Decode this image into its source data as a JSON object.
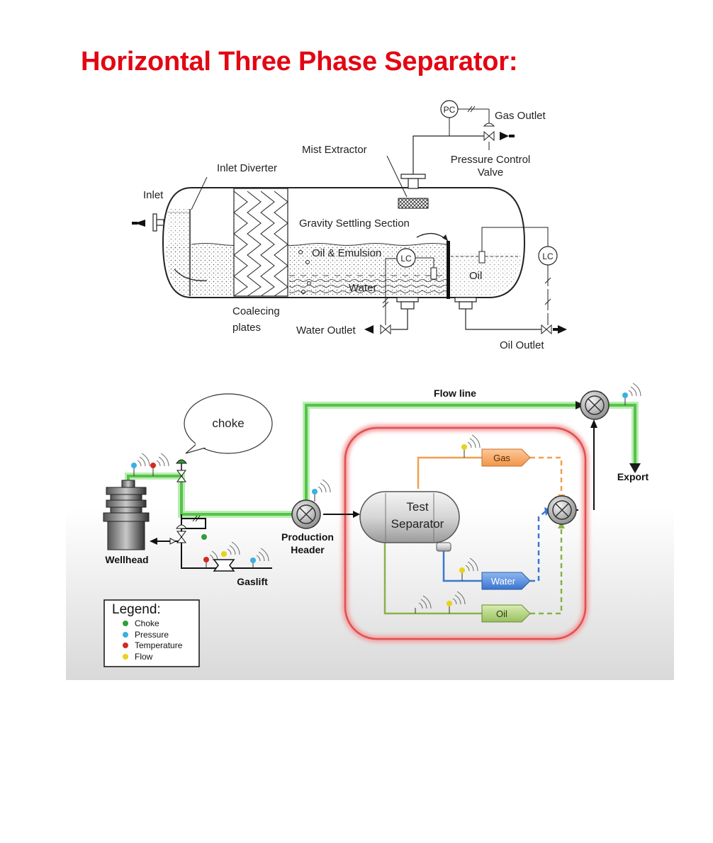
{
  "title": "Horizontal Three Phase Separator:",
  "separator_diagram": {
    "labels": {
      "pc": "PC",
      "gas_outlet": "Gas Outlet",
      "mist_extractor": "Mist Extractor",
      "pressure_control_valve_1": "Pressure Control",
      "pressure_control_valve_2": "Valve",
      "inlet_diverter": "Inlet Diverter",
      "inlet": "Inlet",
      "gravity_settling": "Gravity Settling Section",
      "oil_emulsion": "Oil & Emulsion",
      "lc": "LC",
      "oil": "Oil",
      "water": "Water",
      "coalescing_1": "Coalecing",
      "coalescing_2": "plates",
      "water_outlet": "Water Outlet",
      "oil_outlet": "Oil Outlet"
    }
  },
  "flow_diagram": {
    "labels": {
      "flow_line": "Flow line",
      "choke_bubble": "choke",
      "export": "Export",
      "test_separator_1": "Test",
      "test_separator_2": "Separator",
      "gas": "Gas",
      "water": "Water",
      "oil": "Oil",
      "production_header_1": "Production",
      "production_header_2": "Header",
      "wellhead": "Wellhead",
      "gaslift": "Gaslift"
    },
    "legend": {
      "title": "Legend:",
      "items": [
        {
          "label": "Choke",
          "color": "#2e9e3a"
        },
        {
          "label": "Pressure",
          "color": "#3ab0e0"
        },
        {
          "label": "Temperature",
          "color": "#d42a1f"
        },
        {
          "label": "Flow",
          "color": "#e8d21a"
        }
      ]
    },
    "colors": {
      "flow_line": "#58c24a",
      "gas_line": "#f0a050",
      "water_line": "#3a78d0",
      "oil_line": "#8ab04a",
      "test_boundary": "#e05050"
    }
  }
}
